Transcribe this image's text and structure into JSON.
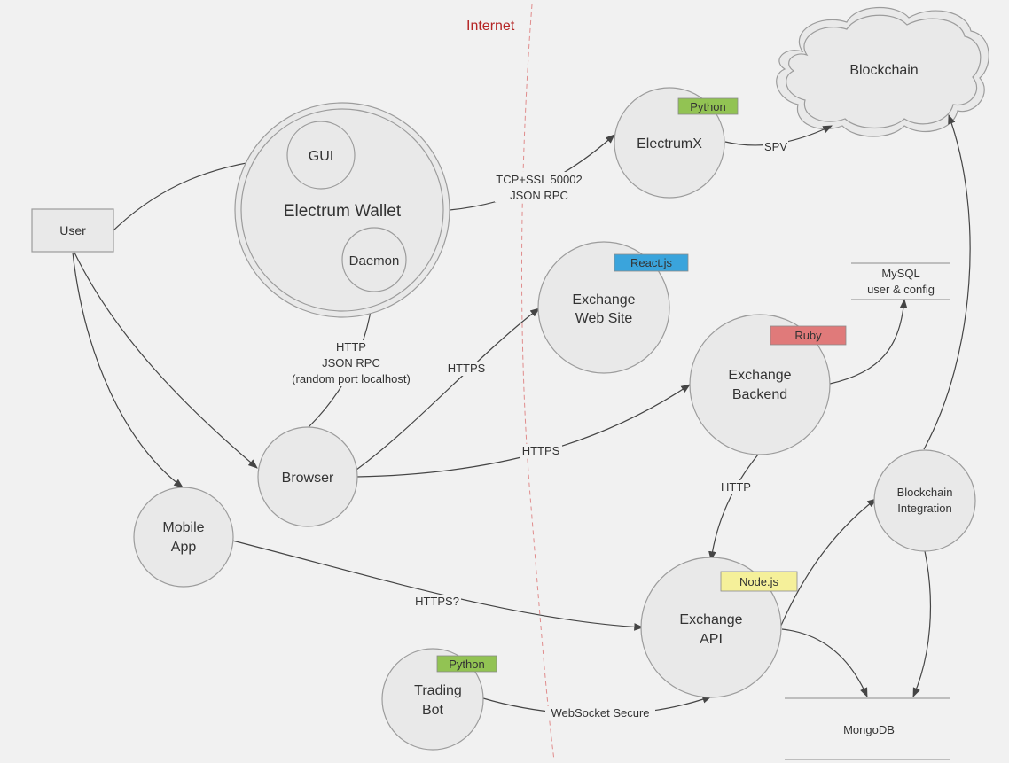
{
  "internet_label": "Internet",
  "nodes": {
    "user": "User",
    "gui": "GUI",
    "wallet": "Electrum Wallet",
    "daemon": "Daemon",
    "electrumx": "ElectrumX",
    "blockchain": "Blockchain",
    "website_l1": "Exchange",
    "website_l2": "Web Site",
    "backend_l1": "Exchange",
    "backend_l2": "Backend",
    "browser": "Browser",
    "mobile_l1": "Mobile",
    "mobile_l2": "App",
    "api_l1": "Exchange",
    "api_l2": "API",
    "bci_l1": "Blockchain",
    "bci_l2": "Integration",
    "bot_l1": "Trading",
    "bot_l2": "Bot"
  },
  "stores": {
    "mysql_l1": "MySQL",
    "mysql_l2": "user & config",
    "mongodb": "MongoDB"
  },
  "tags": {
    "electrumx": {
      "text": "Python",
      "color": "#92c353"
    },
    "website": {
      "text": "React.js",
      "color": "#3aa4dc"
    },
    "backend": {
      "text": "Ruby",
      "color": "#e07a7a"
    },
    "api": {
      "text": "Node.js",
      "color": "#f5f09a"
    },
    "bot": {
      "text": "Python",
      "color": "#92c353"
    }
  },
  "edges": {
    "tcp_l1": "TCP+SSL 50002",
    "tcp_l2": "JSON RPC",
    "spv": "SPV",
    "http_l1": "HTTP",
    "http_l2": "JSON RPC",
    "http_l3": "(random port localhost)",
    "https_site": "HTTPS",
    "https_backend": "HTTPS",
    "http_backend_api": "HTTP",
    "https_mobile": "HTTPS?",
    "websocket": "WebSocket Secure"
  }
}
